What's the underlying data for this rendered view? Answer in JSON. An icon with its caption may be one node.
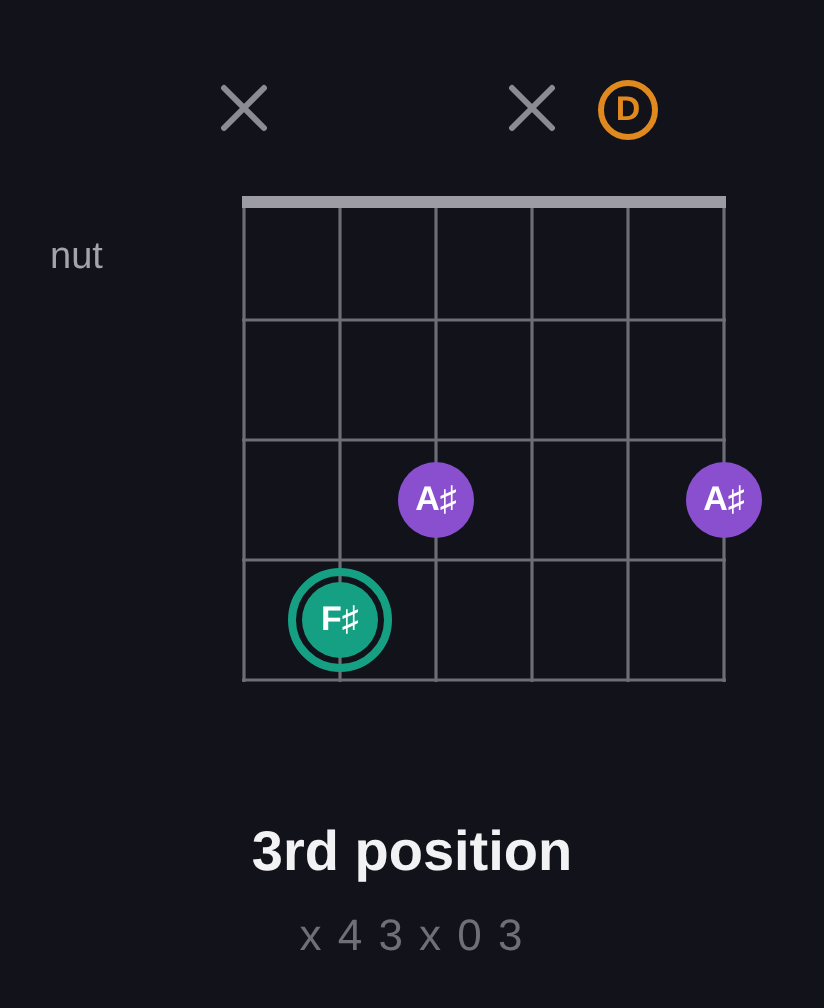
{
  "diagram": {
    "title": "3rd position",
    "nodes": [
      {
        "text": [
          "D"
        ]
      },
      {
        "text": [
          "A♯"
        ]
      },
      {
        "text": [
          "A♯"
        ]
      },
      {
        "text": [
          "F♯"
        ]
      }
    ],
    "labels": [
      "nut",
      "x 4 3 x 0 3"
    ]
  }
}
